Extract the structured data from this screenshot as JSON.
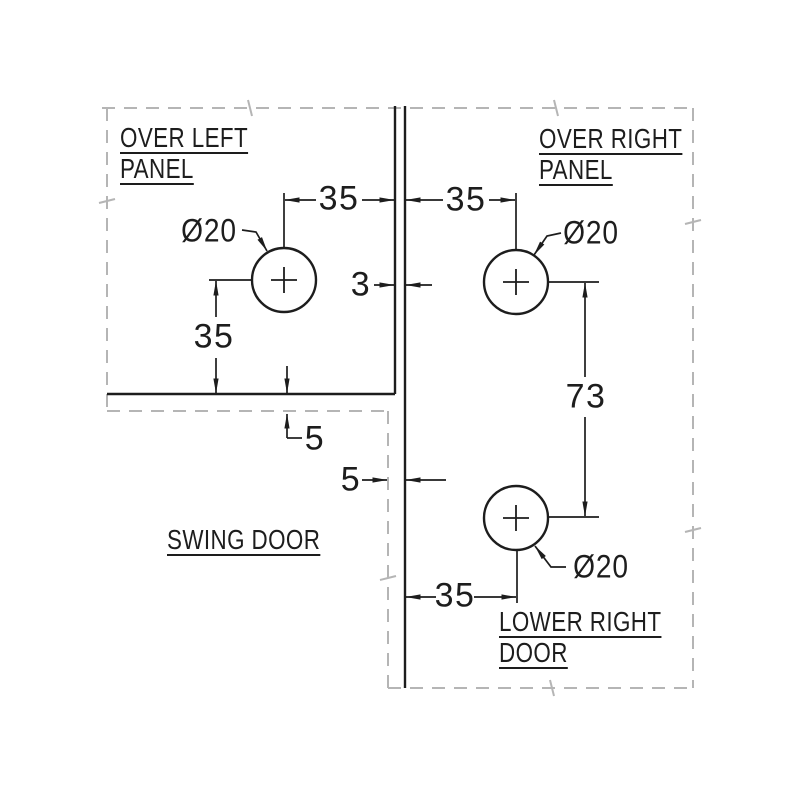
{
  "drawing": {
    "labels": {
      "over_left_panel_1": "OVER LEFT",
      "over_left_panel_2": "PANEL",
      "over_right_panel_1": "OVER RIGHT",
      "over_right_panel_2": "PANEL",
      "swing_door": "SWING DOOR",
      "lower_right_door_1": "LOWER RIGHT",
      "lower_right_door_2": "DOOR"
    },
    "dimensions": {
      "left_hole_to_gap": "35",
      "gap_to_right_hole": "35",
      "panel_gap": "3",
      "left_hole_to_bottom": "35",
      "panel_door_clearance": "5",
      "door_edge_clearance": "5",
      "right_holes_spacing": "73",
      "lower_hole_to_edge": "35"
    },
    "holes": {
      "left": "Ø20",
      "upper_right": "Ø20",
      "lower_right": "Ø20"
    },
    "colors": {
      "line": "#1d1d1d",
      "dashed": "#b5b5b5",
      "background": "#ffffff"
    }
  }
}
